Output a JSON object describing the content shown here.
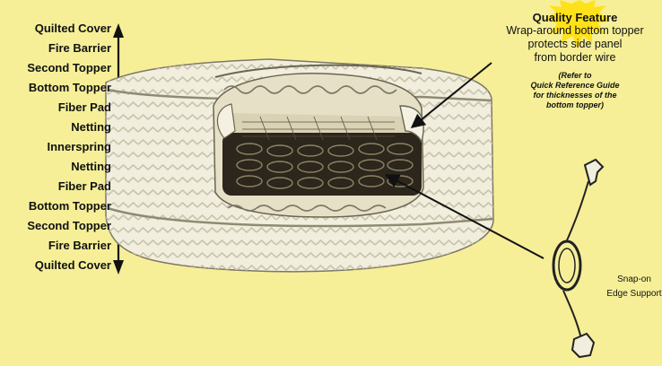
{
  "layers": [
    "Quilted Cover",
    "Fire Barrier",
    "Second Topper",
    "Bottom Topper",
    "Fiber Pad",
    "Netting",
    "Innerspring",
    "Netting",
    "Fiber Pad",
    "Bottom Topper",
    "Second Topper",
    "Fire Barrier",
    "Quilted Cover"
  ],
  "quality_feature": {
    "title": "Quality Feature",
    "line1": "Wrap-around bottom topper",
    "line2": "protects side panel",
    "line3": "from border wire",
    "ref1": "(Refer to",
    "ref2": "Quick Reference Guide",
    "ref3": "for thicknesses of the",
    "ref4": "bottom topper)"
  },
  "snap_on": {
    "line1": "Snap-on",
    "line2": "Edge Support"
  },
  "colors": {
    "background": "#f6ef98",
    "starburst": "#ffe11a",
    "mattress": "#f1eedd",
    "spring": "#2c261c"
  }
}
